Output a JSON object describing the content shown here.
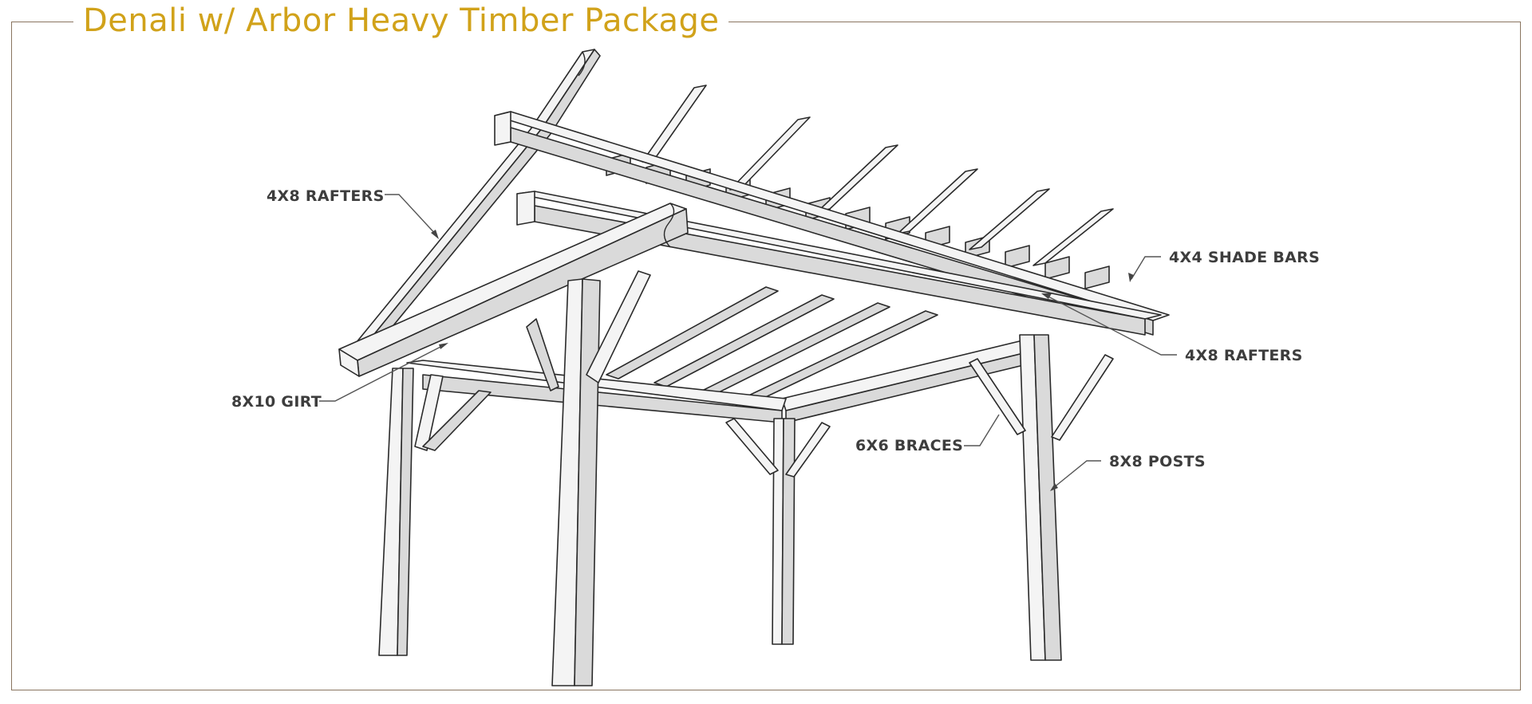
{
  "title": "Denali w/ Arbor Heavy Timber Package",
  "colors": {
    "title": "#d1a21a",
    "frame": "#8a7560",
    "label": "#3d3d3d"
  },
  "labels": {
    "rafters_left": "4X8 RAFTERS",
    "shade_bars": "4X4 SHADE BARS",
    "rafters_right": "4X8 RAFTERS",
    "girt": "8X10 GIRT",
    "braces": "6X6 BRACES",
    "posts": "8X8 POSTS"
  }
}
